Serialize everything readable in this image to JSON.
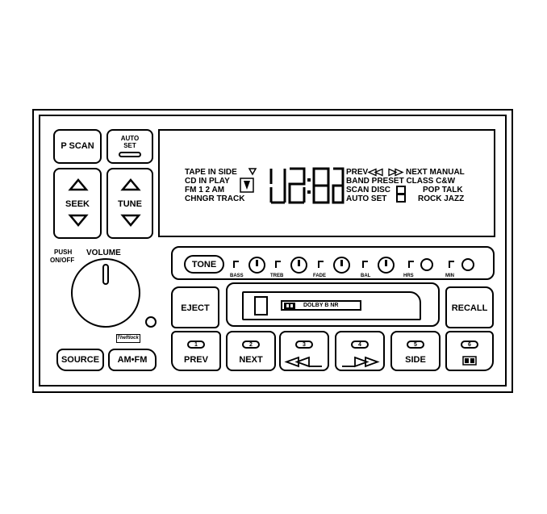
{
  "buttons": {
    "p_scan": "P SCAN",
    "auto_set_1": "AUTO",
    "auto_set_2": "SET",
    "seek": "SEEK",
    "tune": "TUNE",
    "tone": "TONE",
    "eject": "EJECT",
    "recall": "RECALL",
    "source": "SOURCE",
    "am_fm": "AM•FM"
  },
  "volume": {
    "push_1": "PUSH",
    "push_2": "ON/OFF",
    "label": "VOLUME"
  },
  "theftlock": "Theftlock",
  "display": {
    "left_1": "TAPE IN SIDE",
    "left_2": "CD IN PLAY",
    "left_3": "FM 1 2 AM",
    "left_4": "CHNGR TRACK",
    "right_1a": "PREV",
    "right_1b": "NEXT MANUAL",
    "right_2": "BAND PRESET CLASS C&W",
    "right_3a": "SCAN DISC",
    "right_3b": "POP  TALK",
    "right_4a": "AUTO SET",
    "right_4b": "ROCK  JAZZ"
  },
  "tone_controls": {
    "bass": "BASS",
    "treb": "TREB",
    "fade": "FADE",
    "bal": "BAL",
    "hrs": "HRS",
    "min": "MIN"
  },
  "cassette": {
    "label": "DOLBY B NR"
  },
  "presets": [
    {
      "num": "1",
      "label": "PREV"
    },
    {
      "num": "2",
      "label": "NEXT"
    },
    {
      "num": "3",
      "icon": "rewind-icon"
    },
    {
      "num": "4",
      "icon": "fast-forward-icon"
    },
    {
      "num": "5",
      "label": "SIDE"
    },
    {
      "num": "6",
      "icon": "tape-reels-icon"
    }
  ]
}
